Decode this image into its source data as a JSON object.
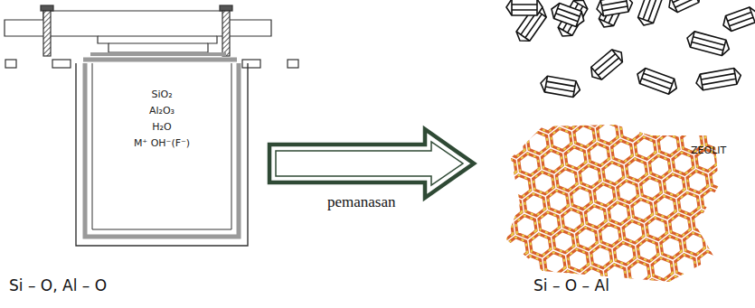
{
  "diagram": {
    "nodes": [
      {
        "text": [
          "SiO₂",
          "Al₂O₃",
          "H₂O",
          "M⁺ OH⁻(F⁻)"
        ]
      }
    ],
    "labels": [
      "Si – O, Al – O",
      "pemanasan",
      "ZEOLIT",
      "Si – O – Al"
    ]
  }
}
